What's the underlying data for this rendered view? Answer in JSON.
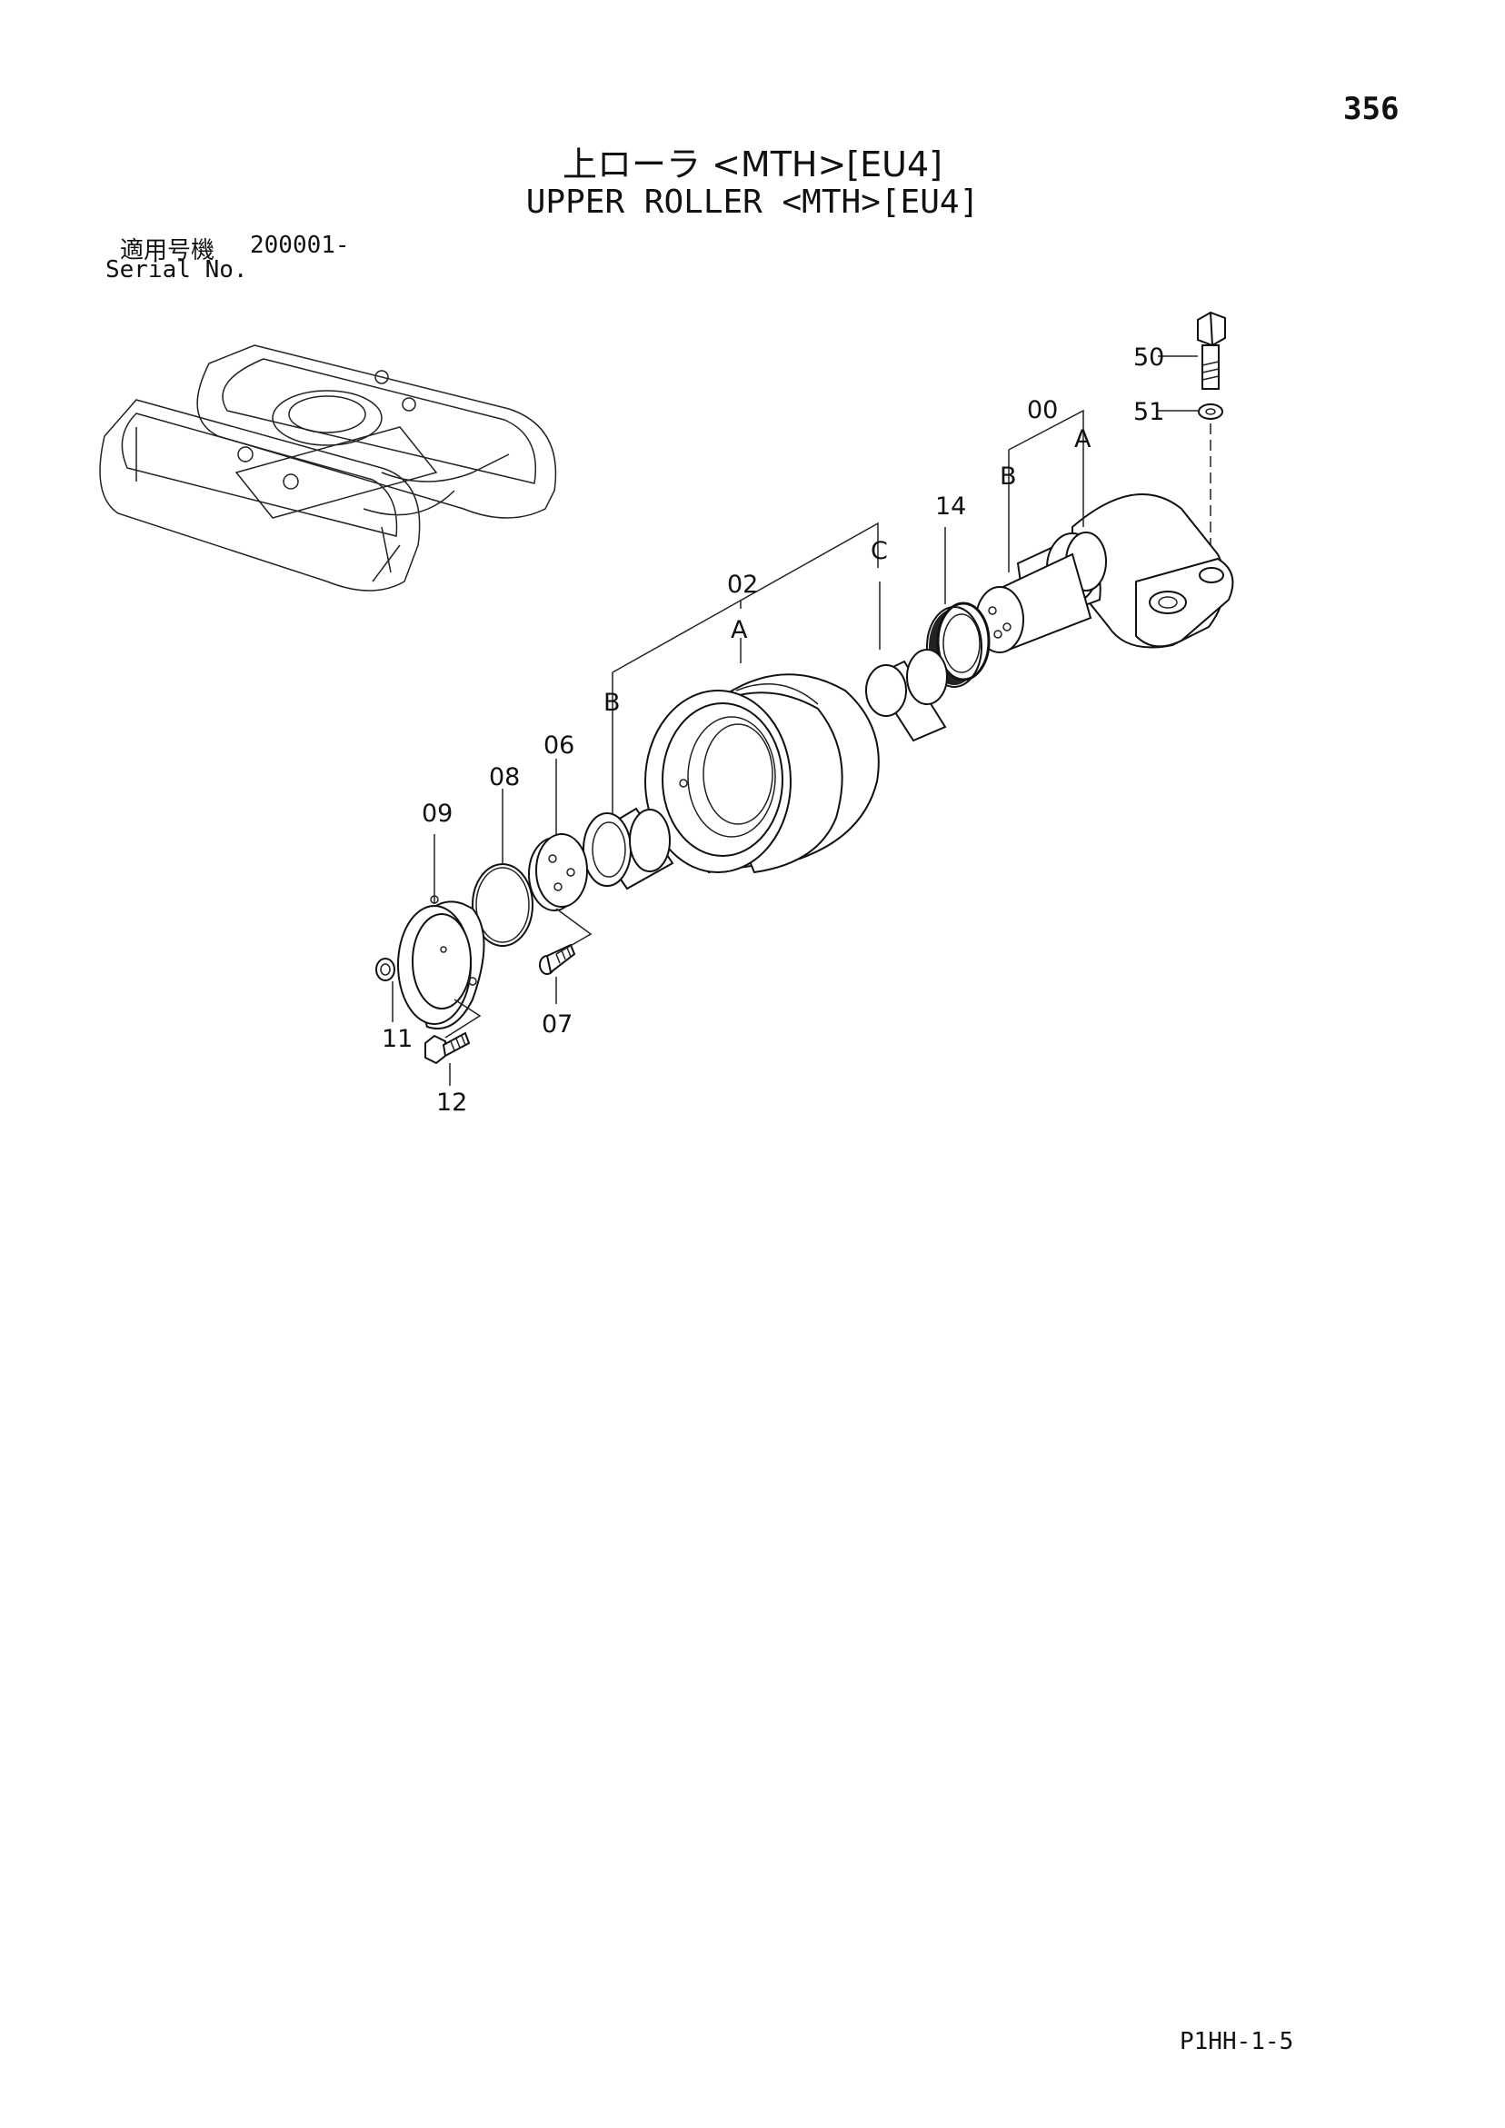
{
  "page": {
    "number": "356",
    "title_jp": "上ローラ <MTH>[EU4]",
    "title_en": "UPPER ROLLER <MTH>[EU4]",
    "serial_label_jp": "適用号機",
    "serial_value": "200001-",
    "serial_label_en": "Serial No.",
    "doc_code": "P1HH-1-5"
  },
  "callouts": {
    "p00": "00",
    "p02": "02",
    "p06": "06",
    "p07": "07",
    "p08": "08",
    "p09": "09",
    "p11": "11",
    "p12": "12",
    "p14": "14",
    "p50": "50",
    "p51": "51",
    "a1": "A",
    "b1": "B",
    "a2": "A",
    "b2": "B",
    "c2": "C"
  }
}
